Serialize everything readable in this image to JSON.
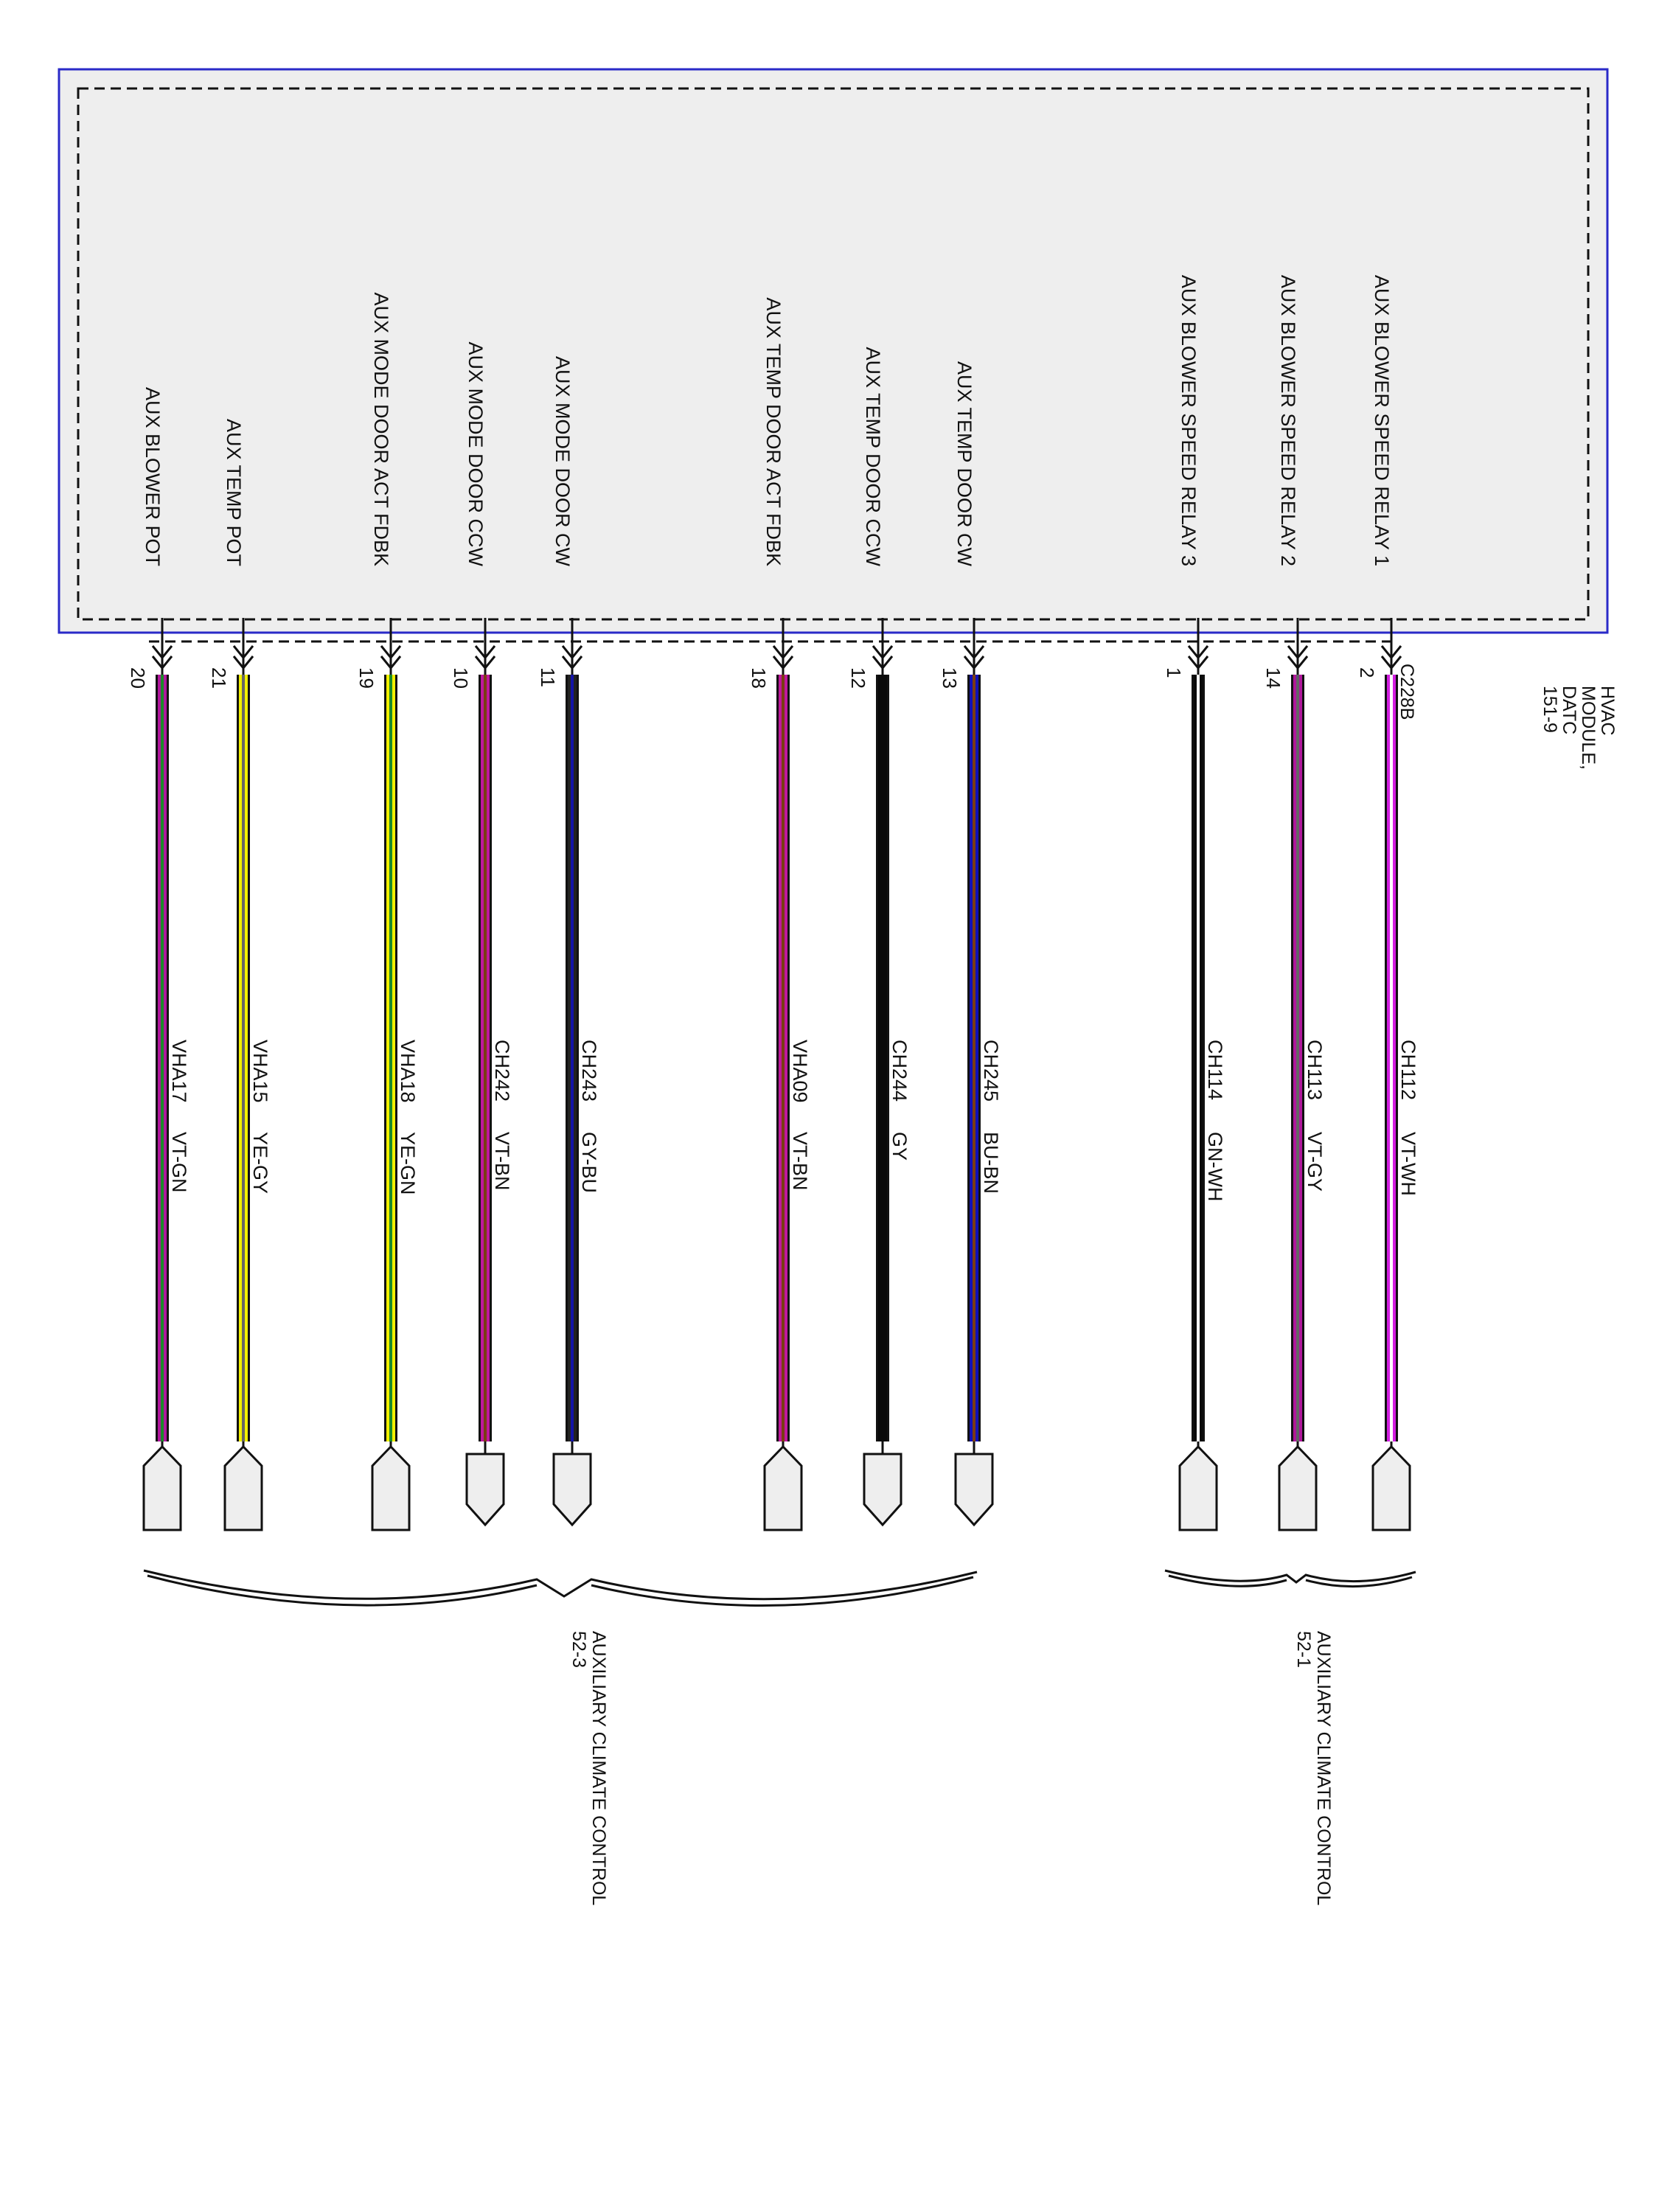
{
  "module": {
    "name_lines": [
      "HVAC",
      "MODULE,",
      "DATC",
      "151-9"
    ],
    "connector": "C228B"
  },
  "wires": [
    {
      "pin": "20",
      "function": "AUX BLOWER POT",
      "circuit": "VHA17",
      "color_code": "VT-GN",
      "base_color": "#b0189c",
      "stripe_color": "#1a8a2a",
      "end": "pointed"
    },
    {
      "pin": "21",
      "function": "AUX TEMP POT",
      "circuit": "VHA15",
      "color_code": "YE-GY",
      "base_color": "#f2f000",
      "stripe_color": "#666666",
      "end": "pointed"
    },
    {
      "pin": "19",
      "function": "AUX MODE DOOR ACT FDBK",
      "circuit": "VHA18",
      "color_code": "YE-GN",
      "base_color": "#f2f000",
      "stripe_color": "#1a8a2a",
      "end": "pointed"
    },
    {
      "pin": "10",
      "function": "AUX MODE DOOR CCW",
      "circuit": "CH242",
      "color_code": "VT-BN",
      "base_color": "#c0189c",
      "stripe_color": "#7a3d12",
      "end": "arrow"
    },
    {
      "pin": "11",
      "function": "AUX MODE DOOR CW",
      "circuit": "CH243",
      "color_code": "GY-BU",
      "base_color": "#222222",
      "stripe_color": "#1414a8",
      "end": "arrow"
    },
    {
      "pin": "18",
      "function": "AUX TEMP DOOR ACT FDBK",
      "circuit": "VHA09",
      "color_code": "VT-BN",
      "base_color": "#c0189c",
      "stripe_color": "#7a3d12",
      "end": "pointed"
    },
    {
      "pin": "12",
      "function": "AUX TEMP DOOR CCW",
      "circuit": "CH244",
      "color_code": "GY",
      "base_color": "#0a0a0a",
      "stripe_color": "",
      "end": "arrow"
    },
    {
      "pin": "13",
      "function": "AUX TEMP DOOR CW",
      "circuit": "CH245",
      "color_code": "BU-BN",
      "base_color": "#1010b8",
      "stripe_color": "#7a3d12",
      "end": "arrow"
    },
    {
      "pin": "1",
      "function": "AUX BLOWER SPEED RELAY 3",
      "circuit": "CH114",
      "color_code": "GN-WH",
      "base_color": "#0a0a0a",
      "stripe_color": "#ffffff",
      "end": "pointed"
    },
    {
      "pin": "14",
      "function": "AUX BLOWER SPEED RELAY 2",
      "circuit": "CH113",
      "color_code": "VT-GY",
      "base_color": "#b0189c",
      "stripe_color": "#666666",
      "end": "pointed"
    },
    {
      "pin": "2",
      "function": "AUX BLOWER SPEED RELAY 1",
      "circuit": "CH112",
      "color_code": "VT-WH",
      "base_color": "#d21ee0",
      "stripe_color": "#ffffff",
      "end": "pointed"
    }
  ],
  "destinations": [
    {
      "lines": [
        "AUXILIARY CLIMATE CONTROL",
        "52-3"
      ]
    },
    {
      "lines": [
        "AUXILIARY CLIMATE CONTROL",
        "52-1"
      ]
    }
  ],
  "colors": {
    "module_border": "#2a2ac8",
    "module_fill": "#eeeeee",
    "connector_fill": "#eeeeee",
    "line": "#111111"
  }
}
